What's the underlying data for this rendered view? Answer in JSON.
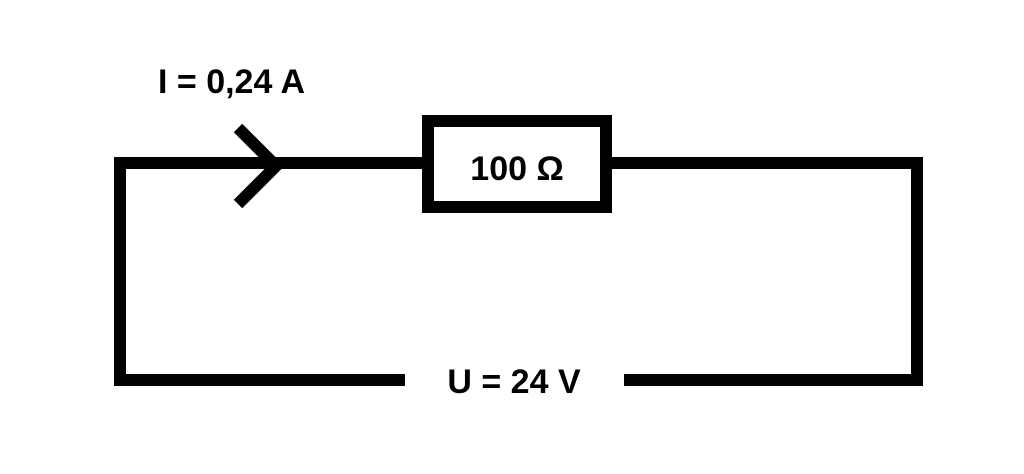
{
  "diagram": {
    "current_label": "I = 0,24 A",
    "resistor_label": "100 Ω",
    "voltage_label": "U = 24 V",
    "current_direction": "clockwise",
    "colors": {
      "wire": "#000000",
      "background": "#ffffff"
    }
  }
}
